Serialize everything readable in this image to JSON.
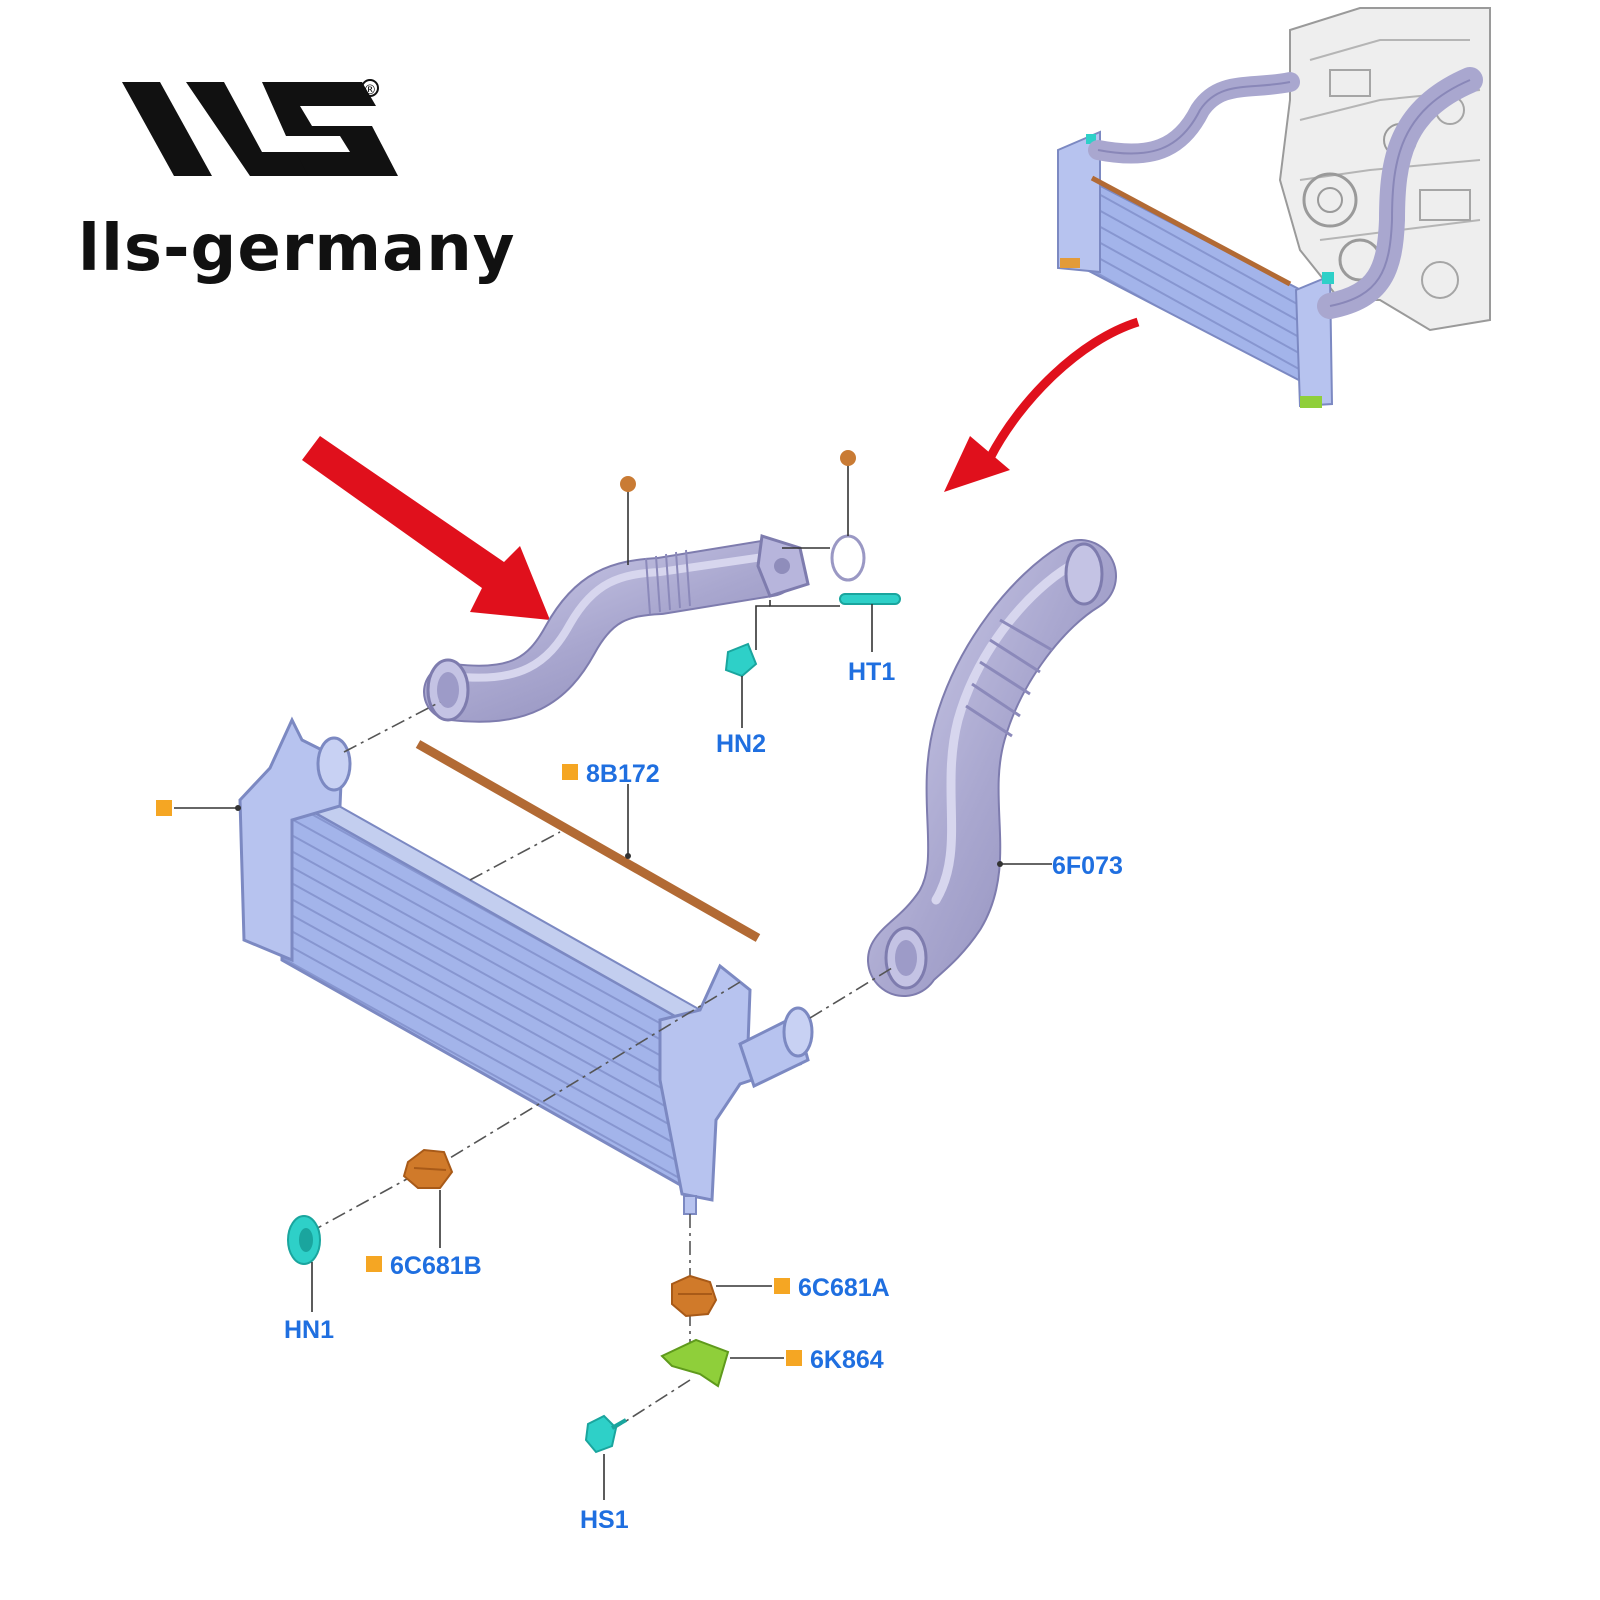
{
  "brand": {
    "logo_text": "LLS",
    "registered_mark": "®",
    "name": "lls-germany"
  },
  "colors": {
    "part_blue": "#a3b4ea",
    "part_stroke": "#7c89c2",
    "hose_grey": "#a9a7cf",
    "label_blue": "#1f6fe0",
    "marker_orange": "#f5a623",
    "gasket_brown": "#b26a34",
    "fastener_teal": "#2ed0c8",
    "arrow_red": "#e0101c",
    "bracket_green": "#8fcf3a"
  },
  "labels": {
    "ht1": "HT1",
    "hn2": "HN2",
    "b172": "8B172",
    "f073": "6F073",
    "c681b": "6C681B",
    "c681a": "6C681A",
    "k864": "6K864",
    "hn1": "HN1",
    "hs1": "HS1"
  }
}
